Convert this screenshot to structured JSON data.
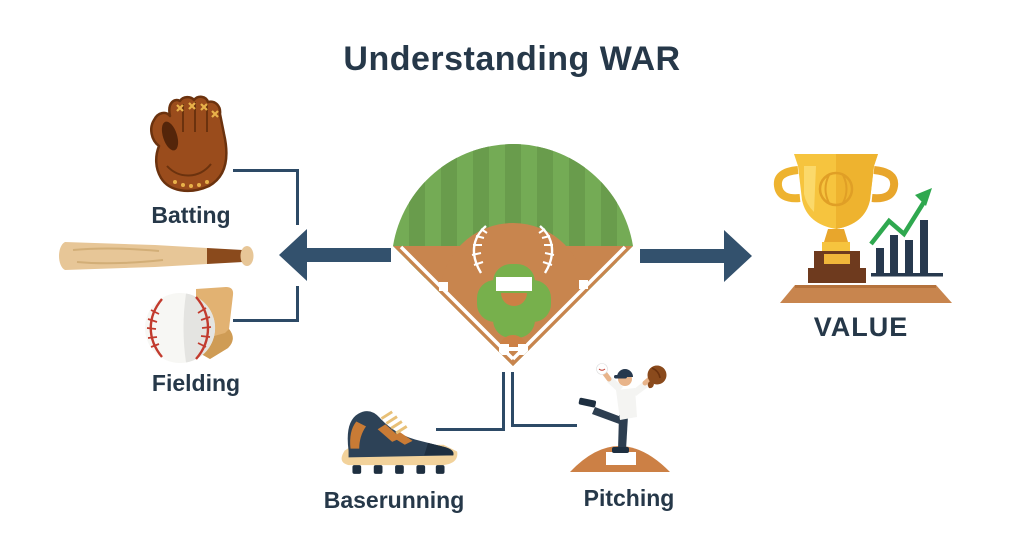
{
  "title": "Understanding WAR",
  "nodes": {
    "batting": {
      "label": "Batting",
      "icon": "baseball-glove-icon"
    },
    "fielding": {
      "label": "Fielding",
      "icon": "baseball-on-base-icon"
    },
    "baserunning": {
      "label": "Baserunning",
      "icon": "baseball-cleat-icon"
    },
    "pitching": {
      "label": "Pitching",
      "icon": "pitcher-on-mound-icon"
    },
    "bat": {
      "icon": "baseball-bat-icon"
    },
    "field": {
      "icon": "baseball-field-icon"
    }
  },
  "output": {
    "label": "VALUE",
    "icon": "trophy-with-rising-chart-icon"
  },
  "colors": {
    "heading_text": "#263849",
    "arrow_navy": "#33516d",
    "connector_navy": "#2d4a66",
    "field_green": "#74ab55",
    "field_green_dark": "#699c4c",
    "infield_dirt": "#c8854e",
    "trophy_gold": "#f6c43e",
    "trophy_gold_dark": "#e8a62c",
    "pedestal_brown": "#6e3a1e",
    "chart_bar_navy": "#27394e",
    "chart_trend_green": "#2fa84f"
  },
  "trophy_chart": {
    "type": "bar",
    "bar_heights_relative": [
      25,
      38,
      33,
      53
    ],
    "trend": "rising"
  }
}
